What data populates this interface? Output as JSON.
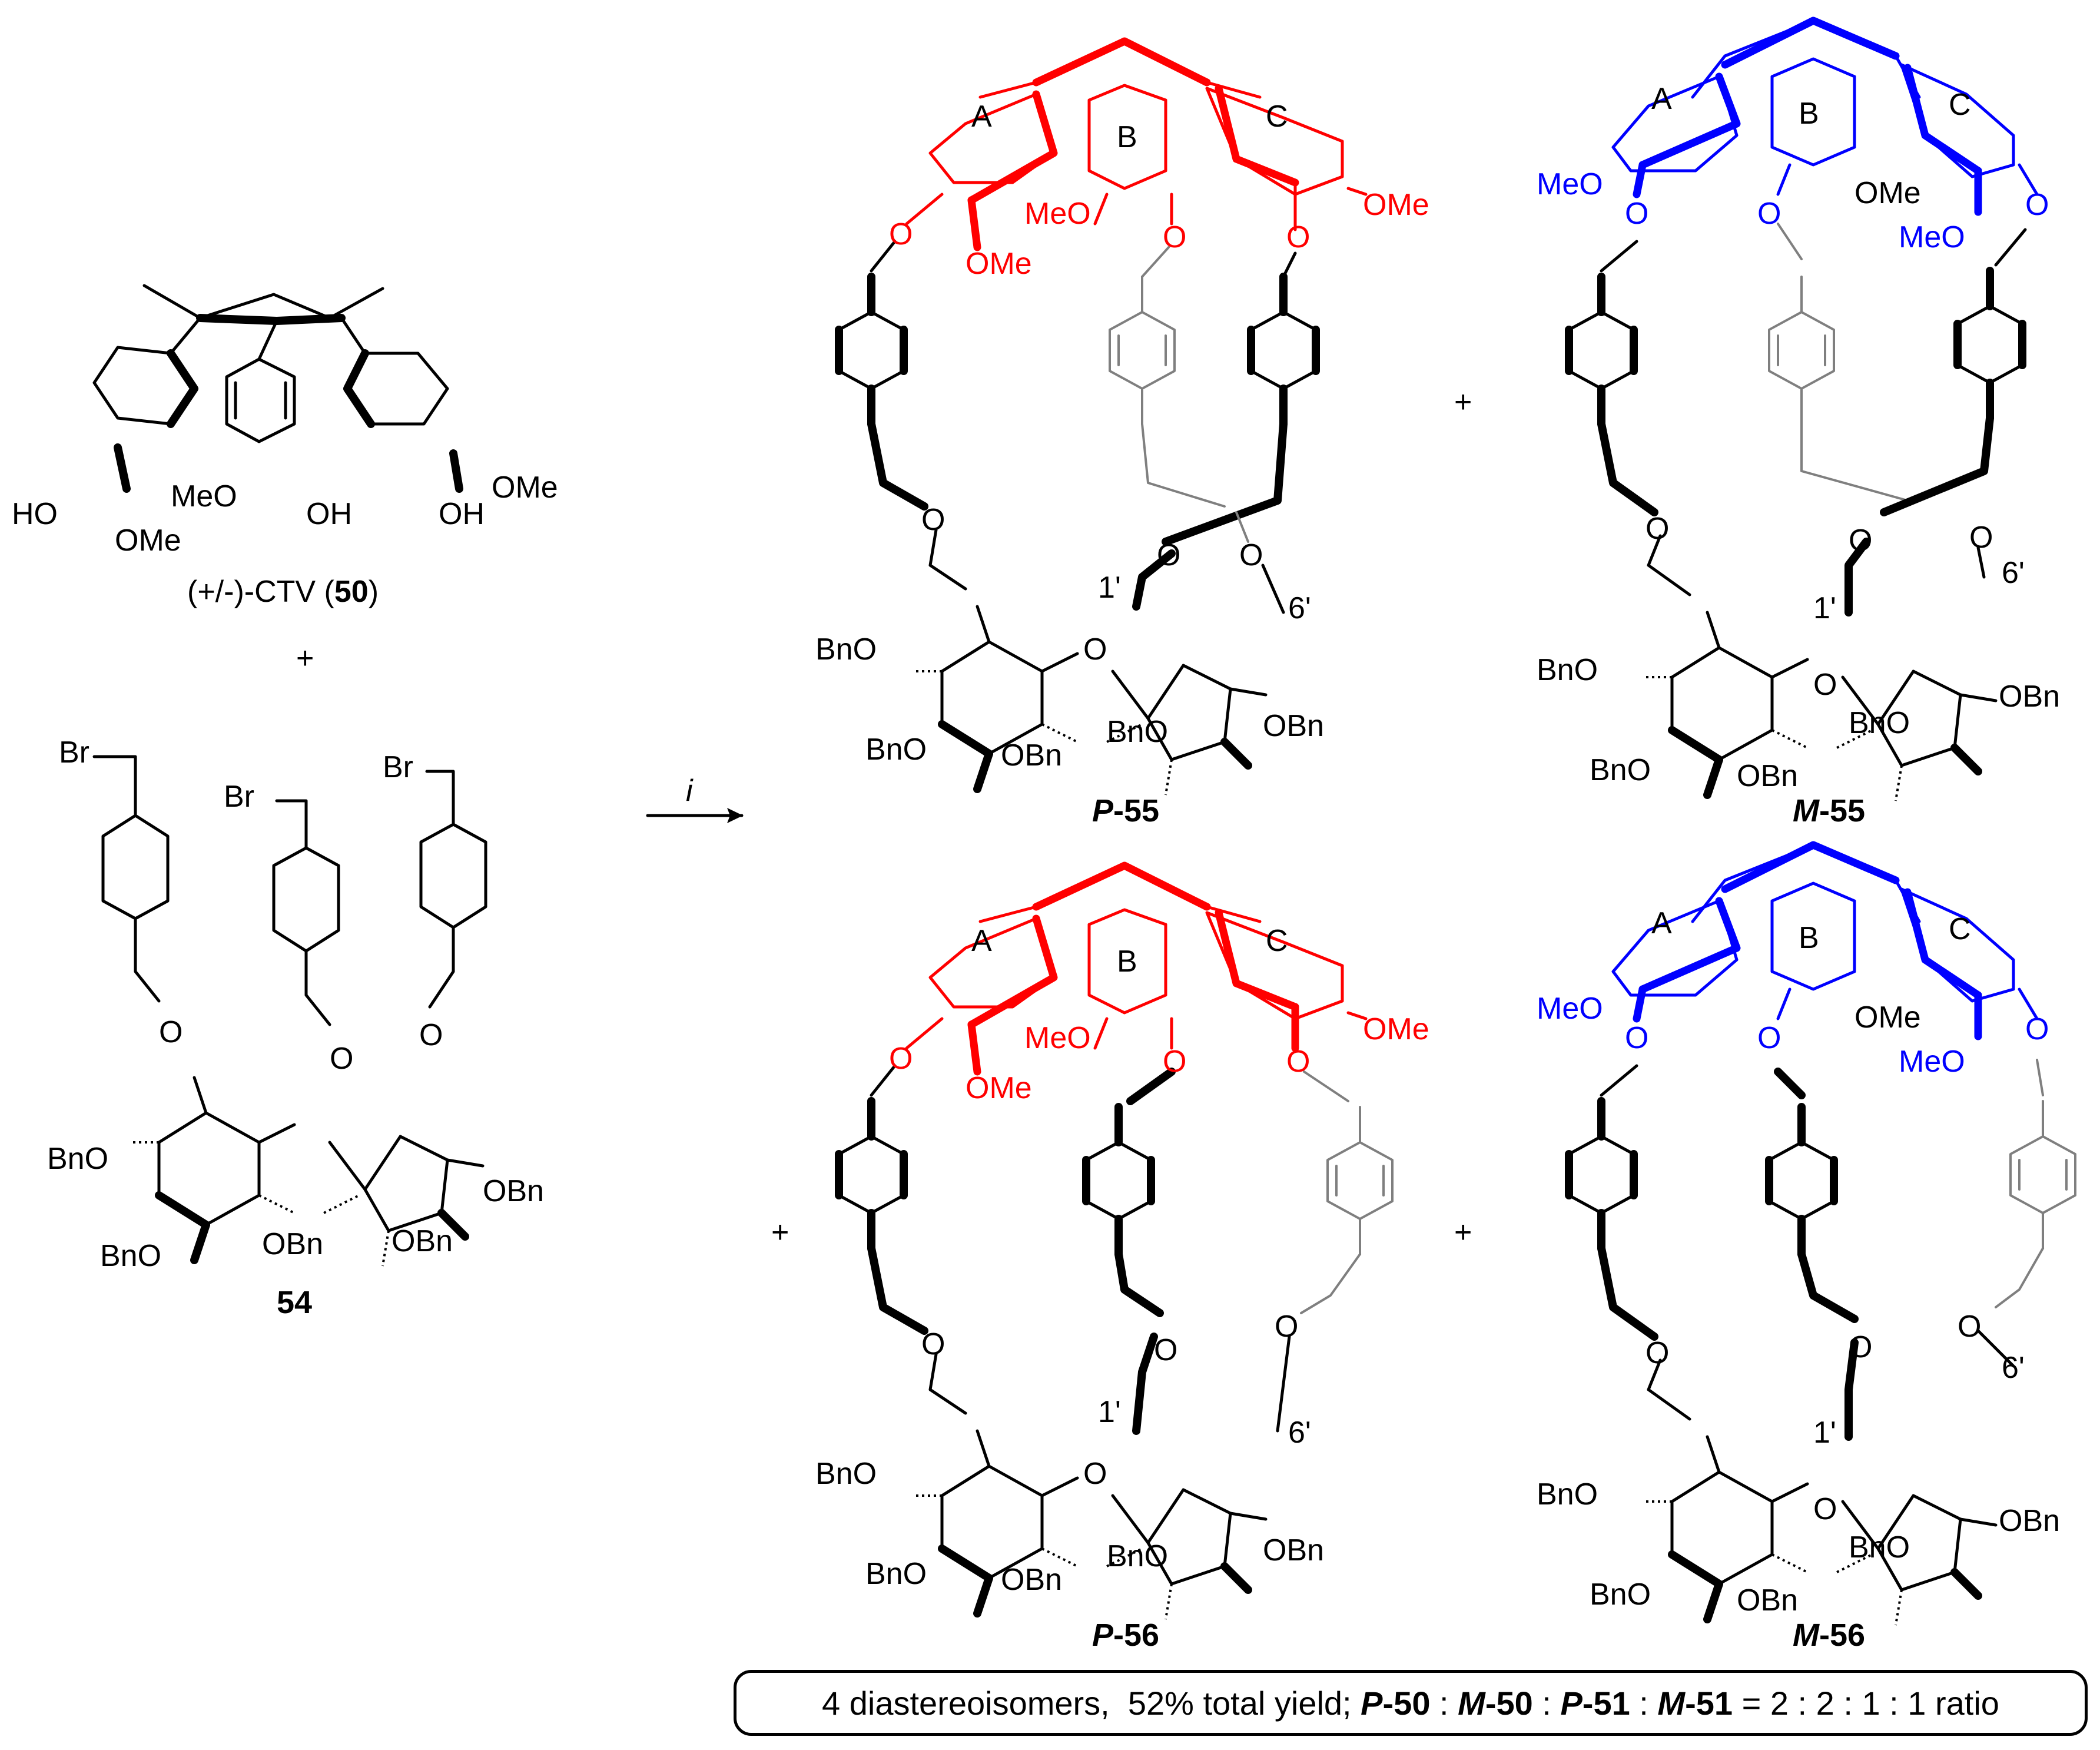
{
  "reagent": {
    "label": "(+/-)-CTV (",
    "num": "50",
    "close": ")"
  },
  "plus": "+",
  "bromide_label": "54",
  "arrow_label": "i",
  "products": {
    "p55": {
      "prefix": "P",
      "num": "-55"
    },
    "m55": {
      "prefix": "M",
      "num": "-55"
    },
    "p56": {
      "prefix": "P",
      "num": "-56"
    },
    "m56": {
      "prefix": "M",
      "num": "-56"
    }
  },
  "atoms": {
    "OMe": "OMe",
    "MeO": "MeO",
    "OH": "OH",
    "HO": "HO",
    "O": "O",
    "Br": "Br",
    "BnO": "BnO",
    "OBn": "OBn",
    "ring_A": "A",
    "ring_B": "B",
    "ring_C": "C",
    "c1": "1'",
    "c6": "6'"
  },
  "summary": {
    "lead": "4 diastereoisomers,  52% total yield; ",
    "p50": "P",
    "p50n": "-50",
    "sep1": " : ",
    "m50": "M",
    "m50n": "-50",
    "sep2": " : ",
    "p51": "P",
    "p51n": "-51",
    "sep3": " : ",
    "m51": "M",
    "m51n": "-51",
    "tail": " = 2 : 2 : 1 : 1 ratio"
  },
  "colors": {
    "p_series": "#ff0000",
    "m_series": "#0000ff",
    "hidden_arm": "#7f7f7f"
  }
}
